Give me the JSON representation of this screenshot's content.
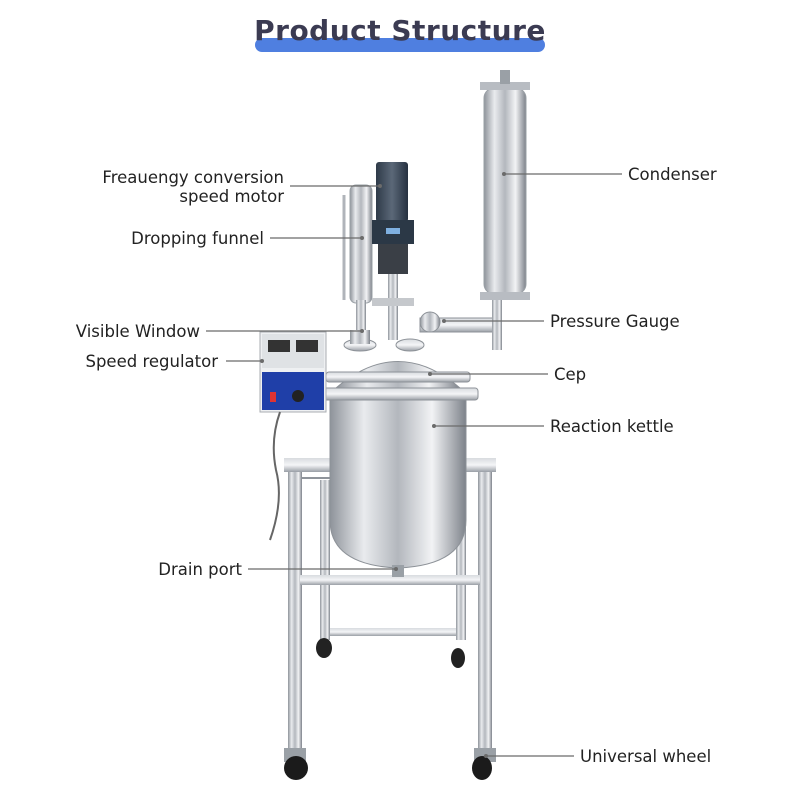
{
  "title": "Product Structure",
  "labels": {
    "motor_line1": "Freauengy conversion",
    "motor_line2": "speed motor",
    "dropping_funnel": "Dropping funnel",
    "visible_window": "Visible Window",
    "speed_regulator": "Speed regulator",
    "drain_port": "Drain port",
    "condenser": "Condenser",
    "pressure_gauge": "Pressure Gauge",
    "cep": "Cep",
    "reaction_kettle": "Reaction kettle",
    "universal_wheel": "Universal wheel"
  },
  "colors": {
    "title_bar": "#4f7fe0",
    "title_text": "#3b3b52",
    "steel": "#c9ccd1",
    "regulator_blue": "#1f3fa8"
  }
}
